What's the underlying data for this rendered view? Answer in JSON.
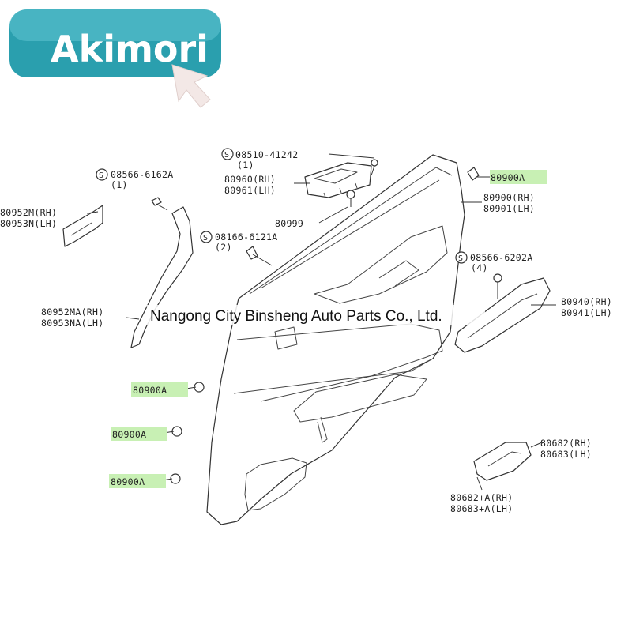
{
  "logo": {
    "text": "Akimori",
    "color": "#2a9fae"
  },
  "company": "Nangong City Binsheng Auto Parts Co., Ltd.",
  "highlight_color": "#c8f0b4",
  "labels": {
    "s_08510_41242": "08510-41242",
    "q_08510_41242": "(1)",
    "p_80960": "80960(RH)",
    "p_80961": "80961(LH)",
    "p_80999": "80999",
    "s_08566_6162a": "08566-6162A",
    "q_08566_6162a": "(1)",
    "p_80952m": "80952M(RH)",
    "p_80953n": "80953N(LH)",
    "s_08166_6121a": "08166-6121A",
    "q_08166_6121a": "(2)",
    "p_80952ma": "80952MA(RH)",
    "p_80953na": "80953NA(LH)",
    "p_80900a_top": "80900A",
    "p_80900": "80900(RH)",
    "p_80901": "80901(LH)",
    "s_08566_6202a": "08566-6202A",
    "q_08566_6202a": "(4)",
    "p_80940": "80940(RH)",
    "p_80941": "80941(LH)",
    "p_80900a_1": "80900A",
    "p_80900a_2": "80900A",
    "p_80900a_3": "80900A",
    "p_80682": "80682(RH)",
    "p_80683": "80683(LH)",
    "p_80682a": "80682+A(RH)",
    "p_80683a": "80683+A(LH)",
    "s_symbol": "S"
  }
}
